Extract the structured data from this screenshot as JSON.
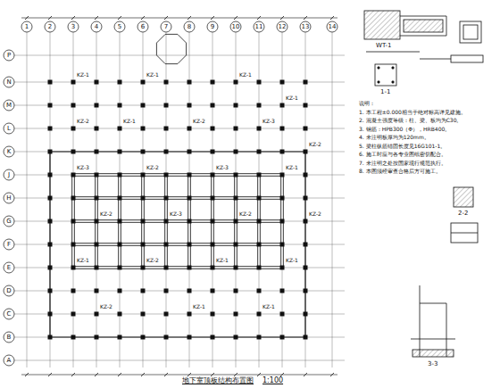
{
  "diagram": {
    "title": "地下室顶板结构布置图",
    "labels": [
      "1",
      "2",
      "3",
      "4",
      "5",
      "6",
      "7",
      "8",
      "9",
      "10",
      "11",
      "12",
      "13",
      "14",
      "A",
      "B",
      "C",
      "D",
      "E",
      "F",
      "G",
      "H",
      "J",
      "K",
      "L",
      "M",
      "N",
      "P",
      "KZ-1",
      "KZ-1",
      "KZ-1",
      "KZ-1",
      "KZ-2",
      "KZ-1",
      "KZ-2",
      "KZ-3",
      "KZ-2",
      "KZ-3",
      "KZ-2",
      "KZ-3",
      "KZ-1",
      "KZ-2",
      "KZ-3",
      "KZ-2",
      "KZ-2",
      "KZ-1",
      "KZ-2",
      "KZ-1",
      "KZ-1",
      "KZ-2",
      "KZ-1",
      "KZ-1",
      "WT-1",
      "1-1",
      "2-2",
      "3-3",
      "说明：",
      "1. 本工程±0.000相当于绝对标高详见建施。",
      "2. 混凝土强度等级：柱、梁、板均为C30。",
      "3. 钢筋：HPB300（Φ），HRB400。",
      "4. 未注明板厚均为120mm。",
      "5. 梁柱纵筋锚固长度见16G101-1。",
      "6. 施工时应与各专业图纸密切配合。",
      "7. 未注明之处按国家现行规范执行。",
      "8. 本图须经审查合格后方可施工。",
      "1:100"
    ]
  }
}
